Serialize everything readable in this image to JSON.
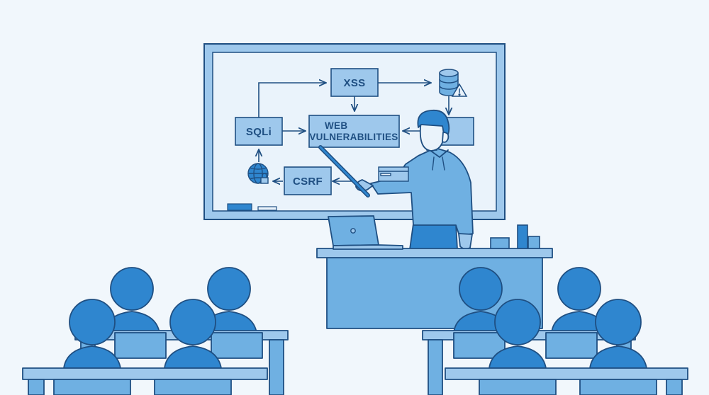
{
  "board": {
    "center_label_line1": "WEB",
    "center_label_line2": "VULNERABILITIES",
    "nodes": {
      "xss": "XSS",
      "sqli": "SQLi",
      "csrf": "CSRF"
    }
  },
  "colors": {
    "background": "#f1f7fc",
    "outline": "#1f4f82",
    "fill_light": "#9ec8ec",
    "fill_mid": "#6fb0e2",
    "fill_dark": "#2f86cf",
    "board_inner": "#eaf3fb"
  },
  "icons": [
    "database-warning-icon",
    "globe-lock-icon",
    "browser-window-icon",
    "laptop-icon",
    "pointer-stick"
  ]
}
